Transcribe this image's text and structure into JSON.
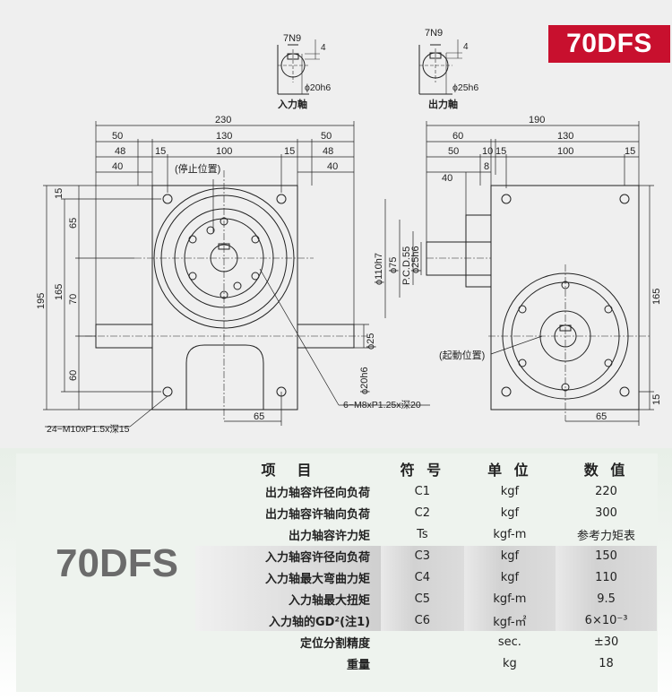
{
  "badge": "70DFS",
  "model_label": "70DFS",
  "shaft_views": {
    "input": {
      "keyway": "7N9",
      "key_depth": "4",
      "diameter": "ϕ20h6",
      "caption": "入力軸"
    },
    "output": {
      "keyway": "7N9",
      "key_depth": "4",
      "diameter": "ϕ25h6",
      "caption": "出力軸"
    }
  },
  "front_view": {
    "dims_top": [
      "230",
      "50",
      "130",
      "50",
      "48",
      "15",
      "100",
      "15",
      "48",
      "40",
      "40"
    ],
    "stop_position": "(停止位置)",
    "dims_left": [
      "195",
      "165",
      "15",
      "65",
      "70",
      "60"
    ],
    "dims_bottom": [
      "65"
    ],
    "dims_right": [
      "ϕ25",
      "ϕ20h6"
    ],
    "note_thread_bottom": "6−M8xP1.25x深20",
    "note_thread_left": "24−M10xP1.5x深15"
  },
  "side_view": {
    "dims_top": [
      "190",
      "60",
      "130",
      "50",
      "10",
      "15",
      "100",
      "15",
      "8",
      "40"
    ],
    "dims_left": [
      "ϕ110h7",
      "ϕ75",
      "P.C.D.55",
      "ϕ25h6"
    ],
    "start_position": "(起動位置)",
    "dims_right": [
      "165",
      "15"
    ],
    "dims_bottom": [
      "65"
    ]
  },
  "spec_table": {
    "headers": [
      "项　目",
      "符 号",
      "单 位",
      "数 值"
    ],
    "rows": [
      {
        "item": "出力轴容许径向负荷",
        "symbol": "C1",
        "unit": "kgf",
        "value": "220"
      },
      {
        "item": "出力轴容许轴向负荷",
        "symbol": "C2",
        "unit": "kgf",
        "value": "300"
      },
      {
        "item": "出力轴容许力矩",
        "symbol": "Ts",
        "unit": "kgf-m",
        "value": "参考力矩表"
      },
      {
        "item": "入力轴容许径向负荷",
        "symbol": "C3",
        "unit": "kgf",
        "value": "150"
      },
      {
        "item": "入力轴最大弯曲力矩",
        "symbol": "C4",
        "unit": "kgf",
        "value": "110"
      },
      {
        "item": "入力轴最大扭矩",
        "symbol": "C5",
        "unit": "kgf-m",
        "value": "9.5"
      },
      {
        "item": "入力轴的GD²(注1)",
        "symbol": "C6",
        "unit": "kgf-㎡",
        "value": "6×10⁻³"
      },
      {
        "item": "定位分割精度",
        "symbol": "",
        "unit": "sec.",
        "value": "±30"
      },
      {
        "item": "重量",
        "symbol": "",
        "unit": "kg",
        "value": "18"
      }
    ]
  }
}
